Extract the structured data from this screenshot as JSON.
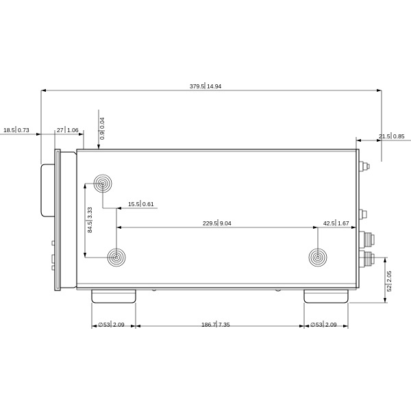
{
  "dimensions": {
    "overall_width": {
      "mm": "379.5",
      "inch": "14.94"
    },
    "front_left_offset": {
      "mm": "18.5",
      "inch": "0.73"
    },
    "front_panel_depth": {
      "mm": "27",
      "inch": "1.06"
    },
    "top_lip": {
      "mm": "0.9",
      "inch": "0.04"
    },
    "rear_protrusion": {
      "mm": "21.5",
      "inch": "0.85"
    },
    "screw_offset_x": {
      "mm": "15.5",
      "inch": "0.61"
    },
    "screw_spacing_y": {
      "mm": "84.5",
      "inch": "3.33"
    },
    "screw_spacing_x": {
      "mm": "229.5",
      "inch": "9.04"
    },
    "rear_screw_offset": {
      "mm": "42.5",
      "inch": "1.67"
    },
    "foot_height": {
      "mm": "52",
      "inch": "2.05"
    },
    "foot_left_diameter": {
      "symbol": "∅",
      "mm": "53",
      "inch": "2.09"
    },
    "foot_spacing": {
      "mm": "186.7",
      "inch": "7.35"
    },
    "foot_right_diameter": {
      "symbol": "∅",
      "mm": "53",
      "inch": "2.09"
    }
  }
}
